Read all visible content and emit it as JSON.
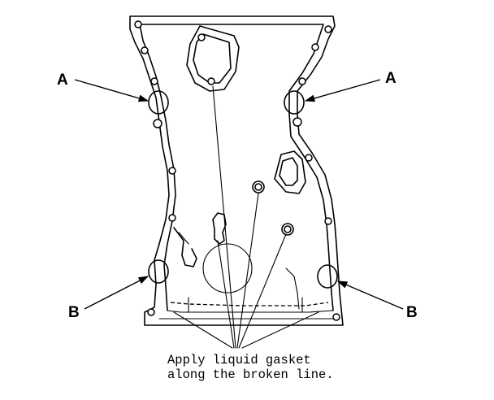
{
  "labels": {
    "a_left": "A",
    "a_right": "A",
    "b_left": "B",
    "b_right": "B"
  },
  "note": {
    "line1": "Apply liquid gasket",
    "line2": "along the broken line."
  }
}
